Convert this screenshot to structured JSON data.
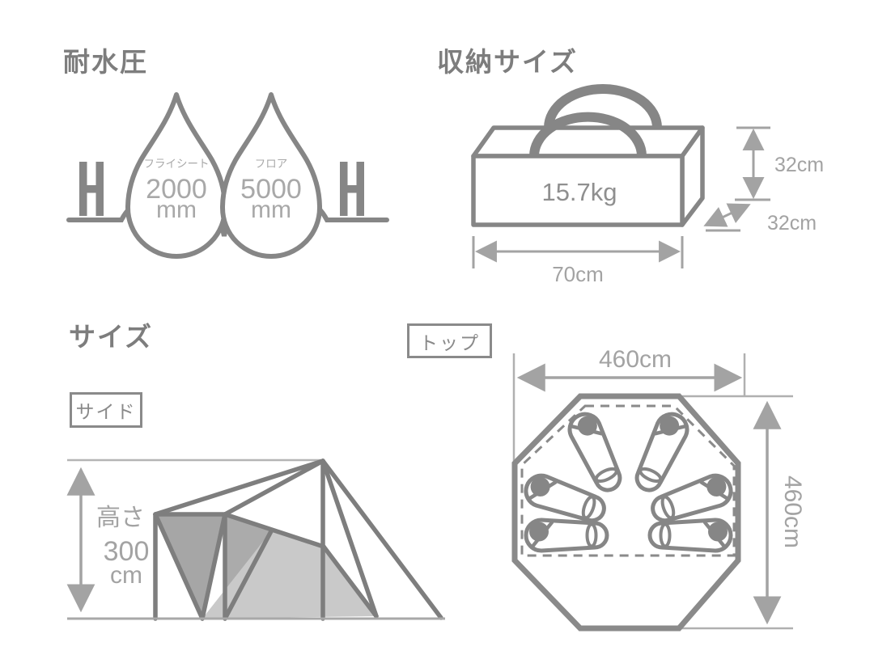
{
  "water_resistance": {
    "title": "耐水圧",
    "drops": [
      {
        "label": "フライシート",
        "value": "2000",
        "unit": "mm"
      },
      {
        "label": "フロア",
        "value": "5000",
        "unit": "mm"
      }
    ]
  },
  "storage": {
    "title": "収納サイズ",
    "weight": "15.7kg",
    "dim_height": "32cm",
    "dim_depth": "32cm",
    "dim_width": "70cm"
  },
  "size": {
    "title": "サイズ",
    "side_view_label": "サイド",
    "top_view_label": "トップ",
    "height_label": "高さ",
    "height_value": "300",
    "height_unit": "cm",
    "top_width": "460cm",
    "top_height": "460cm"
  },
  "colors": {
    "line_gray": "#7e7e7e",
    "outline_gray": "#868686",
    "dim_gray": "#a3a3a3",
    "panel_dark": "#a6a6a6",
    "panel_medium": "#ababab",
    "panel_light": "#c9c9c9"
  }
}
